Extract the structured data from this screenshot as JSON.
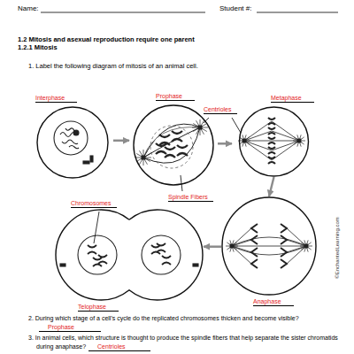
{
  "diagram": {
    "title": "1.2 Mitosis and asexual reproduction require one parent",
    "nodes": [
      {
        "text": [
          "Interphase"
        ]
      },
      {
        "text": [
          "Prophase"
        ]
      },
      {
        "text": [
          "Metaphase"
        ]
      },
      {
        "text": [
          "Telophase"
        ]
      },
      {
        "text": [
          "Anaphase"
        ]
      }
    ],
    "edges": [
      {
        "from": 0,
        "to": 1,
        "arrow": "to"
      },
      {
        "from": 1,
        "to": 2,
        "arrow": "to"
      },
      {
        "from": 2,
        "to": 4,
        "arrow": "to"
      },
      {
        "from": 4,
        "to": 3,
        "arrow": "to"
      }
    ],
    "labels": [
      "Name:",
      "Student #:",
      "1.2.1 Mitosis",
      "1. Label the following diagram of mitosis of an animal cell.",
      "Centrioles",
      "Chromosomes",
      "Spindle Fibers",
      "©EnchantedLearning.com",
      "2. During which stage of a cell's cycle do the replicated chromosomes thicken and become visible?",
      "Prophase",
      "3. In animal cells, which structure is thought to produce the spindle fibers that help separate the sister chromatids during anaphase?",
      "Centrioles"
    ]
  }
}
